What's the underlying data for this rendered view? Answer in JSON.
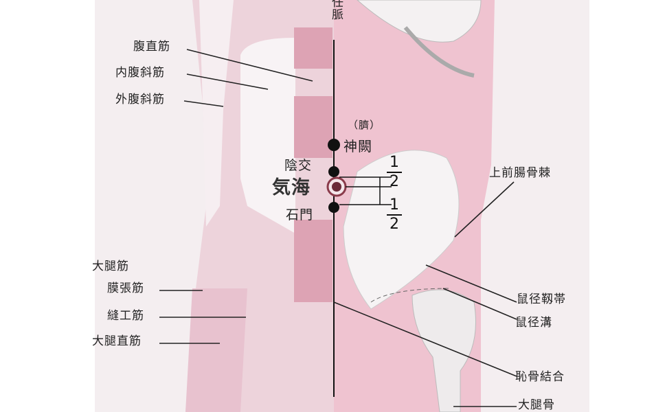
{
  "meridian_label": "任脈",
  "acupoints": {
    "shenque_note": "（臍）",
    "shenque": "神闕",
    "yinjiao": "陰交",
    "qihai": "気海",
    "shimen": "石門"
  },
  "fractions": [
    {
      "numerator": "1",
      "denominator": "2"
    },
    {
      "numerator": "1",
      "denominator": "2"
    }
  ],
  "left_labels": {
    "rectus_abdominis": "腹直筋",
    "internal_oblique": "内腹斜筋",
    "external_oblique": "外腹斜筋",
    "tfl_line1": "大腿筋",
    "tfl_line2": "膜張筋",
    "sartorius": "縫工筋",
    "rectus_femoris": "大腿直筋"
  },
  "right_labels": {
    "asis": "上前腸骨棘",
    "inguinal_ligament": "鼠径靱帯",
    "inguinal_groove": "鼠径溝",
    "pubic_symphysis": "恥骨結合",
    "femur": "大腿骨"
  },
  "colors": {
    "skin_pink": "#efc3d0",
    "muscle_pink": "#e5aebe",
    "bone": "#f3f1f2",
    "line": "#222222"
  }
}
